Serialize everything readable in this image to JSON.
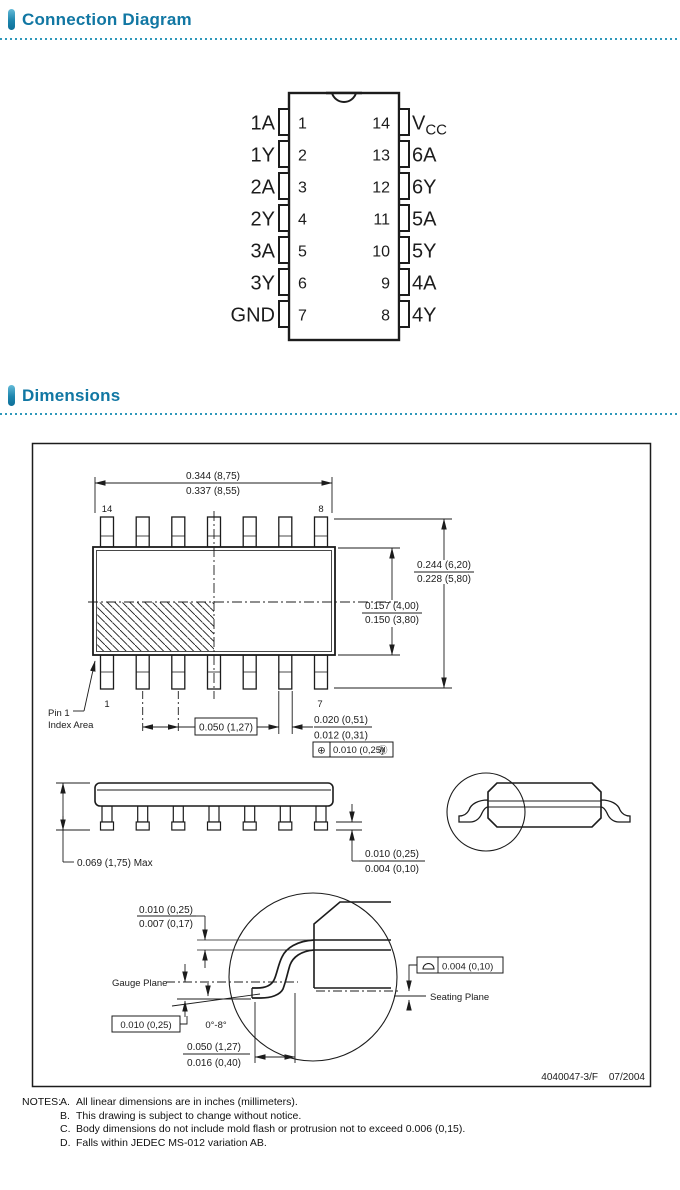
{
  "sections": {
    "connection": "Connection Diagram",
    "dimensions": "Dimensions"
  },
  "pinout": {
    "left": [
      {
        "n": "1",
        "label": "1A"
      },
      {
        "n": "2",
        "label": "1Y"
      },
      {
        "n": "3",
        "label": "2A"
      },
      {
        "n": "4",
        "label": "2Y"
      },
      {
        "n": "5",
        "label": "3A"
      },
      {
        "n": "6",
        "label": "3Y"
      },
      {
        "n": "7",
        "label": "GND"
      }
    ],
    "right": [
      {
        "n": "14",
        "label": "V",
        "sub": "CC"
      },
      {
        "n": "13",
        "label": "6A"
      },
      {
        "n": "12",
        "label": "6Y"
      },
      {
        "n": "11",
        "label": "5A"
      },
      {
        "n": "10",
        "label": "5Y"
      },
      {
        "n": "9",
        "label": "4A"
      },
      {
        "n": "8",
        "label": "4Y"
      }
    ]
  },
  "drawing": {
    "top_view": {
      "pin_top_left": "14",
      "pin_top_right": "8",
      "pin_bottom_left": "1",
      "pin_bottom_right": "7",
      "length_max": "0.344 (8,75)",
      "length_min": "0.337 (8,55)",
      "span_max": "0.244 (6,20)",
      "span_min": "0.228 (5,80)",
      "width_max": "0.157 (4,00)",
      "width_min": "0.150 (3,80)",
      "pitch": "0.050 (1,27)",
      "lead_w_max": "0.020 (0,51)",
      "lead_w_min": "0.012 (0,31)",
      "pos_symbol": "⊕",
      "pos_tol": "0.010 (0,25)",
      "pos_modifier": "Ⓜ",
      "pin1_line1": "Pin 1",
      "pin1_line2": "Index Area"
    },
    "side_view": {
      "height": "0.069 (1,75) Max",
      "standoff_max": "0.010 (0,25)",
      "standoff_min": "0.004 (0,10)"
    },
    "detail": {
      "lead_t_max": "0.010 (0,25)",
      "lead_t_min": "0.007 (0,17)",
      "gauge_plane": "Gauge Plane",
      "gauge_offset": "0.010 (0,25)",
      "angle": "0°-8°",
      "foot_max": "0.050 (1,27)",
      "foot_min": "0.016 (0,40)",
      "flatness": "0.004 (0,10)",
      "seating_plane": "Seating Plane"
    },
    "doc_number": "4040047-3/F",
    "doc_date": "07/2004"
  },
  "notes": {
    "label": "NOTES:",
    "items": [
      {
        "letter": "A.",
        "text": "All linear dimensions are in inches (millimeters)."
      },
      {
        "letter": "B.",
        "text": "This drawing is subject to change without notice."
      },
      {
        "letter": "C.",
        "text": "Body dimensions do not include mold flash or protrusion not to exceed 0.006 (0,15)."
      },
      {
        "letter": "D.",
        "text": "Falls within JEDEC MS-012 variation AB."
      }
    ]
  }
}
